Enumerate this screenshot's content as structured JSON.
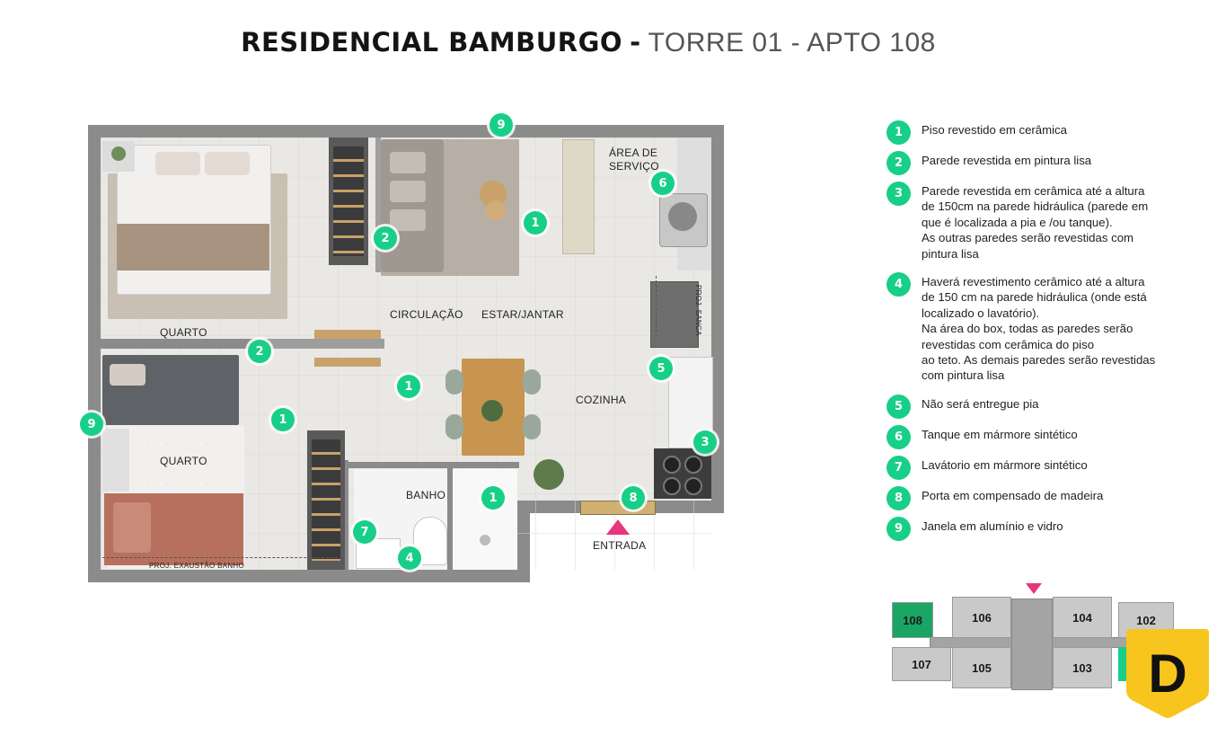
{
  "title": {
    "main": "RESIDENCIAL BAMBURGO",
    "dash": "-",
    "sub": "TORRE 01 - APTO 108"
  },
  "rooms": {
    "quarto_top": "QUARTO",
    "quarto_bottom": "QUARTO",
    "circulacao": "CIRCULAÇÃO",
    "estar": "ESTAR/JANTAR",
    "area_servico_1": "ÁREA DE",
    "area_servico_2": "SERVIÇO",
    "cozinha": "COZINHA",
    "banho": "BANHO",
    "entrada": "ENTRADA",
    "proj_sanca": "PROJ. SANCA",
    "proj_exaustao": "PROJ. EXAUSTÃO BANHO"
  },
  "markers": [
    "9",
    "1",
    "2",
    "6",
    "2",
    "1",
    "1",
    "5",
    "9",
    "3",
    "8",
    "1",
    "7",
    "4"
  ],
  "legend": [
    {
      "num": "1",
      "lines": [
        "Piso revestido em cerâmica"
      ]
    },
    {
      "num": "2",
      "lines": [
        "Parede revestida em pintura lisa"
      ]
    },
    {
      "num": "3",
      "lines": [
        "Parede revestida em cerâmica até a altura",
        "de 150cm na parede hidráulica (parede em",
        "que é localizada a pia e /ou tanque).",
        "As outras paredes serão revestidas com",
        "pintura lisa"
      ]
    },
    {
      "num": "4",
      "lines": [
        "Haverá revestimento cerâmico até a altura",
        "de 150 cm na parede hidráulica (onde está",
        "localizado o lavatório).",
        "Na área do box, todas as paredes serão",
        "revestidas com cerâmica do piso",
        "ao teto. As demais paredes serão revestidas",
        "com pintura lisa"
      ]
    },
    {
      "num": "5",
      "lines": [
        "Não será entregue pia"
      ]
    },
    {
      "num": "6",
      "lines": [
        "Tanque em mármore sintético"
      ]
    },
    {
      "num": "7",
      "lines": [
        "Lavátorio em mármore sintético"
      ]
    },
    {
      "num": "8",
      "lines": [
        "Porta em compensado de madeira"
      ]
    },
    {
      "num": "9",
      "lines": [
        "Janela em alumínio e vidro"
      ]
    }
  ],
  "keyplan": {
    "units": [
      "108",
      "106",
      "104",
      "102",
      "107",
      "105",
      "103"
    ],
    "active": "108"
  },
  "logo": {
    "letter": "D"
  },
  "colors": {
    "accent": "#18cf87",
    "entrance_arrow": "#e8357f",
    "active_unit": "#1aa564",
    "logo_yellow": "#f7c51d"
  }
}
